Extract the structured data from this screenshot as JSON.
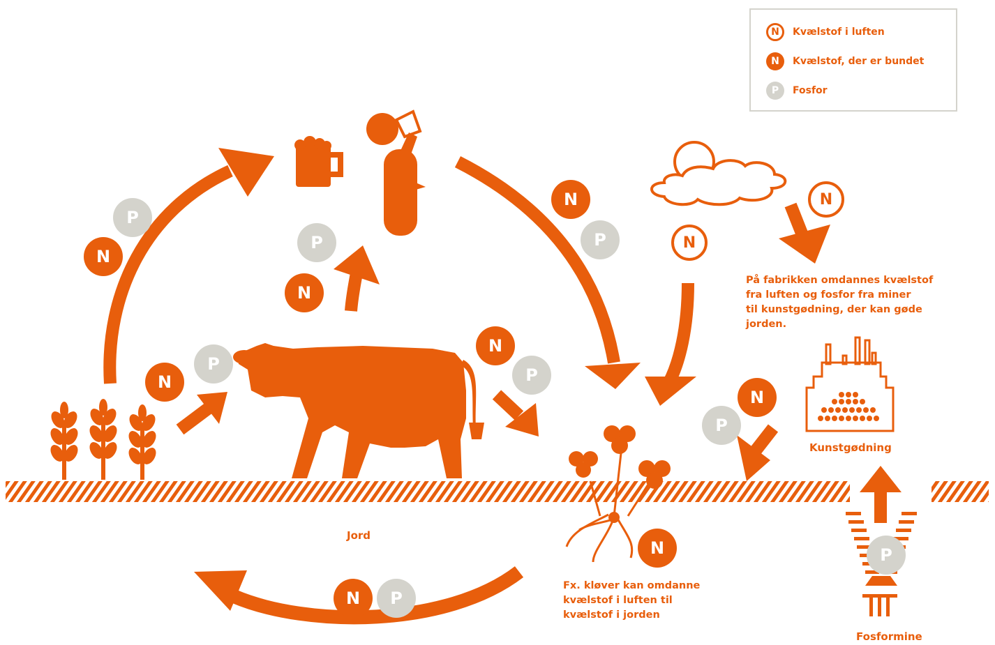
{
  "colors": {
    "orange": "#e85e0c",
    "grey": "#d4d3cc",
    "white": "#ffffff"
  },
  "legend": {
    "items": [
      {
        "symbol": "N",
        "kind": "air",
        "label": "Kvælstof i luften"
      },
      {
        "symbol": "N",
        "kind": "bound",
        "label": "Kvælstof, der er bundet"
      },
      {
        "symbol": "P",
        "kind": "phosphor",
        "label": "Fosfor"
      }
    ]
  },
  "symbols": {
    "nitrogen": "N",
    "phosphor": "P"
  },
  "labels": {
    "soil": "Jord",
    "factory_line1": "På fabrikken omdannes kvælstof",
    "factory_line2": "fra luften og fosfor fra miner",
    "factory_line3": "til kunstgødning, der kan gøde",
    "factory_line4": "jorden.",
    "fertilizer": "Kunstgødning",
    "mine": "Fosformine",
    "clover_line1": "Fx. kløver kan omdanne",
    "clover_line2": "kvælstof i luften til",
    "clover_line3": "kvælstof i jorden"
  },
  "icons": [
    "grain-icon",
    "cow-icon",
    "beer-mug-icon",
    "person-drinking-icon",
    "cloud-icon",
    "sun-icon",
    "clover-icon",
    "factory-icon",
    "mine-icon",
    "arrow-icon"
  ]
}
